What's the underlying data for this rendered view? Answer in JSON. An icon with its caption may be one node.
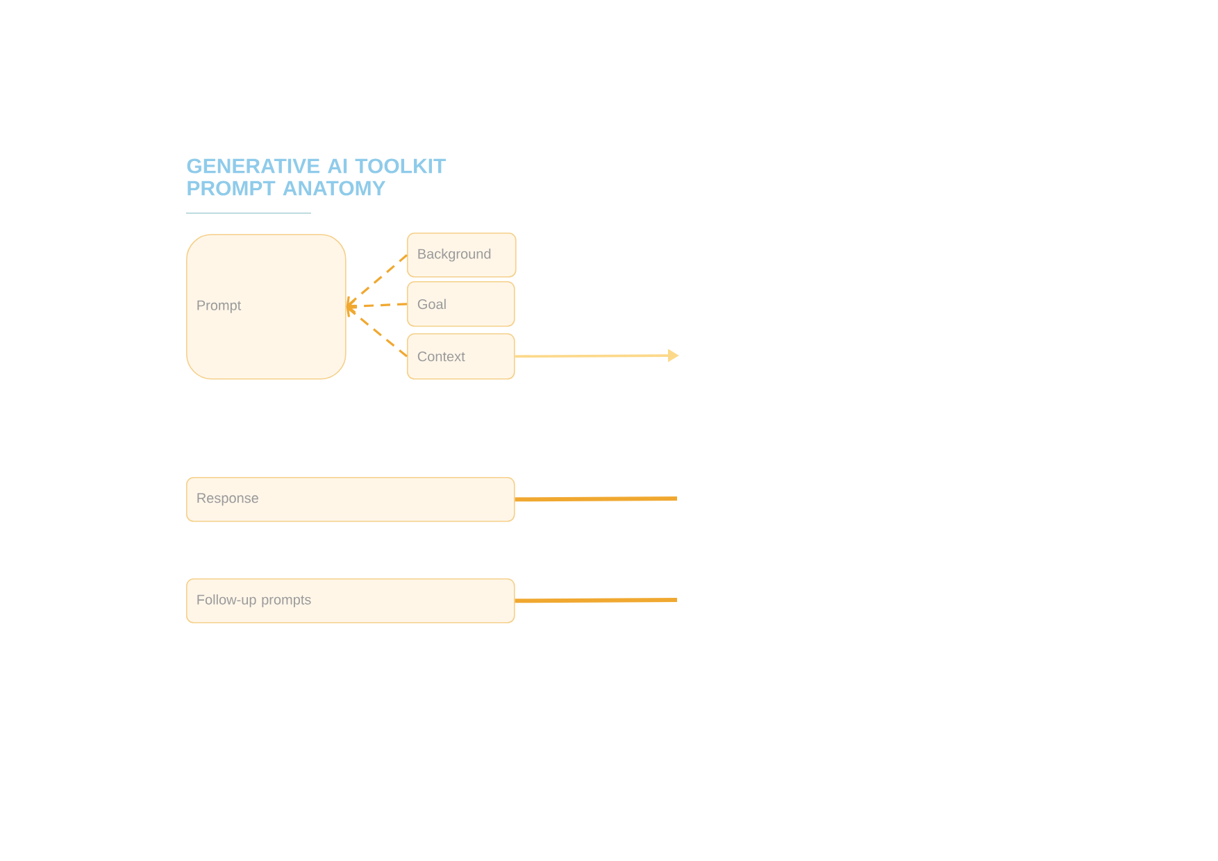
{
  "diagram": {
    "title": "GENERATIVE AI TOOLKIT PROMPT ANATOMY",
    "nodes": [
      {
        "text": [
          "Prompt"
        ]
      },
      {
        "text": [
          "Background"
        ]
      },
      {
        "text": [
          "Goal"
        ]
      },
      {
        "text": [
          "Context"
        ]
      },
      {
        "text": [
          "Response"
        ]
      },
      {
        "text": [
          "Follow-up prompts"
        ]
      }
    ],
    "edges": [
      {
        "from": 1,
        "to": 0,
        "arrow": "to",
        "style": "dashed"
      },
      {
        "from": 2,
        "to": 0,
        "arrow": "to",
        "style": "dashed"
      },
      {
        "from": 3,
        "to": 0,
        "arrow": "to",
        "style": "dashed"
      },
      {
        "from": 3,
        "to": null,
        "arrow": "to",
        "color": "#fcd98a"
      },
      {
        "from": 4,
        "to": null,
        "arrow": "none",
        "style": "thick"
      },
      {
        "from": 5,
        "to": null,
        "arrow": "none",
        "style": "thick"
      }
    ]
  }
}
